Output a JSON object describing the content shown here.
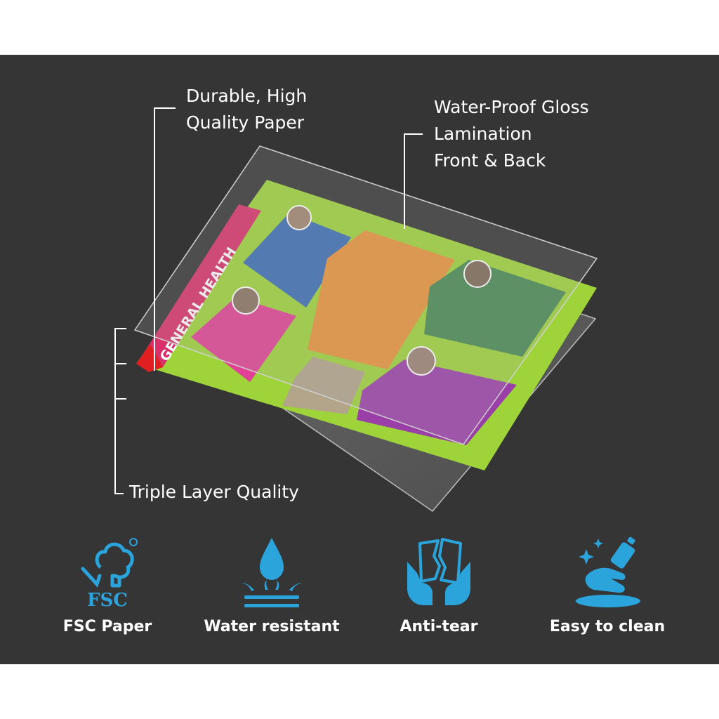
{
  "callouts": {
    "durable": [
      "Durable, High",
      "Quality Paper"
    ],
    "water": [
      "Water-Proof Gloss",
      "Lamination",
      "Front & Back"
    ],
    "triple": "Triple Layer Quality"
  },
  "poster": {
    "title": "GENERAL HEALTH"
  },
  "features": [
    {
      "label": "FSC Paper",
      "icon": "fsc-tree-icon",
      "mark": "FSC"
    },
    {
      "label": "Water resistant",
      "icon": "water-drop-icon"
    },
    {
      "label": "Anti-tear",
      "icon": "torn-paper-hands-icon"
    },
    {
      "label": "Easy to clean",
      "icon": "cleaning-hand-icon"
    }
  ],
  "colors": {
    "background": "#353535",
    "accent_blue": "#2ba4dc",
    "poster_green": "#9ed43a"
  }
}
